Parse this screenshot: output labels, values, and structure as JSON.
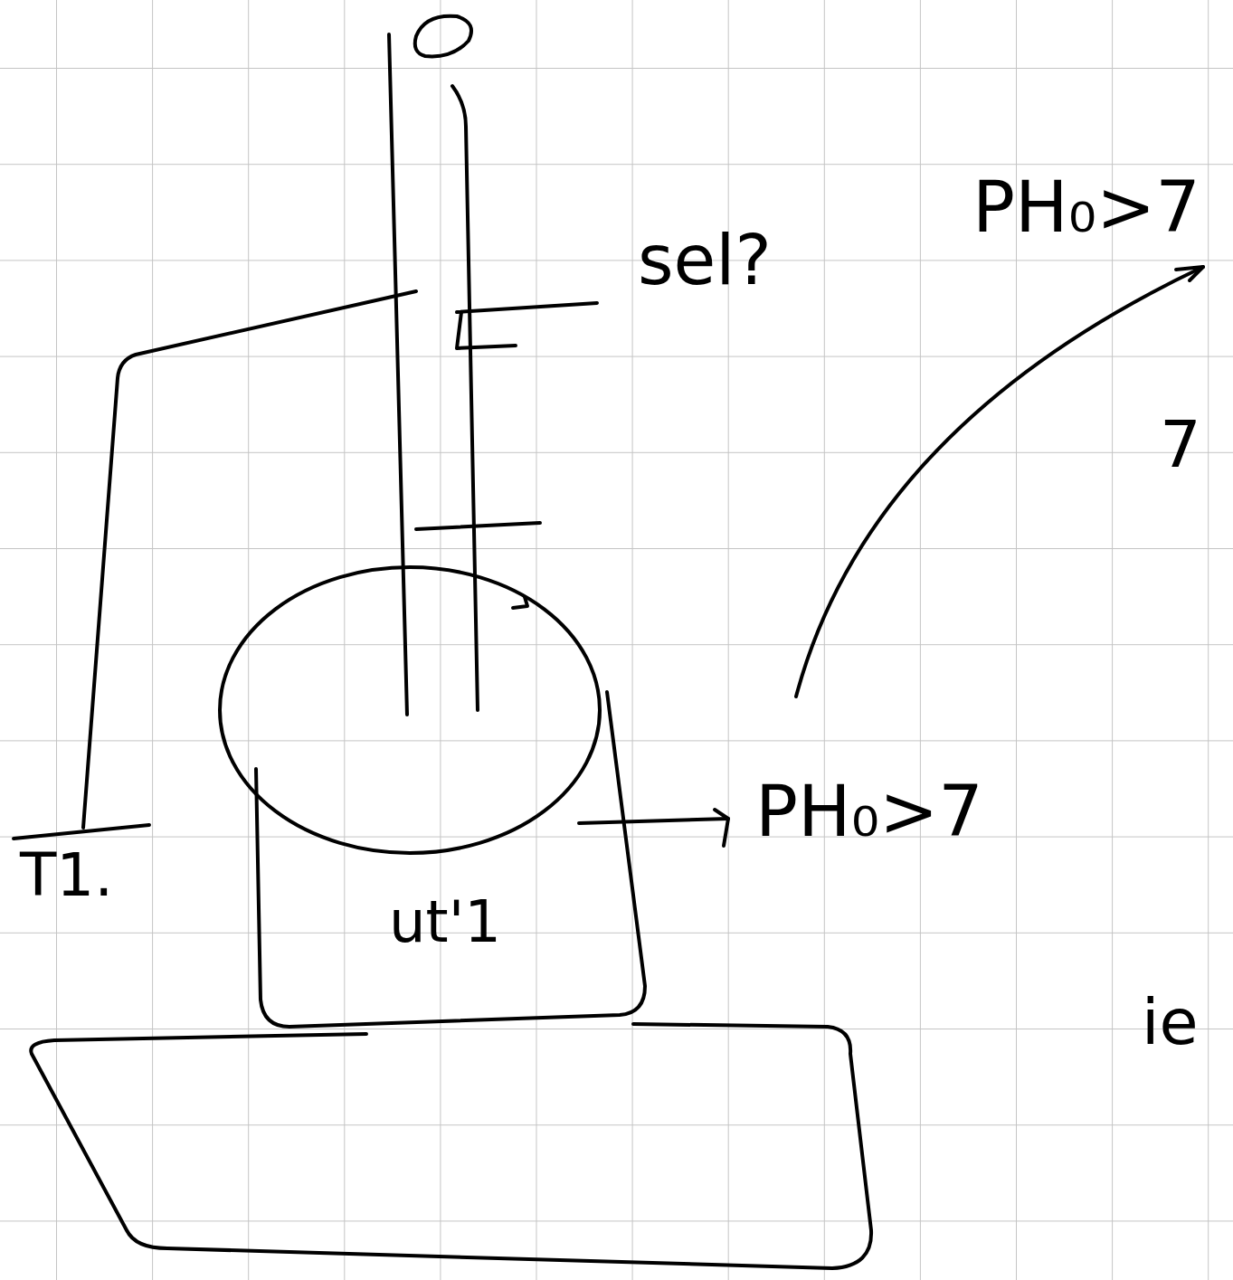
{
  "diagram": {
    "nodes": [
      {
        "text": [
          "ut'1"
        ]
      }
    ],
    "labels": [
      "PH₀>7",
      "sel?",
      "7",
      "PH₀>7",
      "T1.",
      "ie"
    ]
  }
}
